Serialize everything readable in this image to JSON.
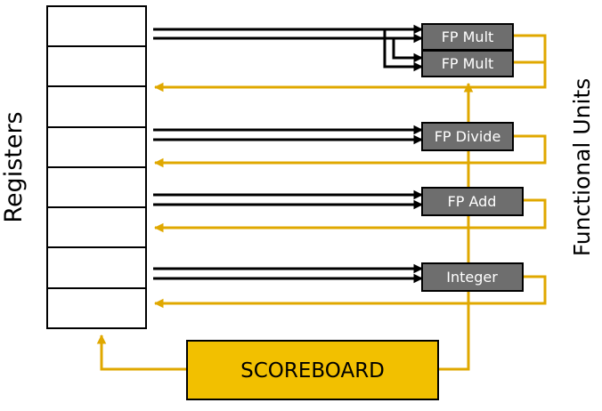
{
  "labels": {
    "registers": "Registers",
    "functional_units": "Functional Units",
    "scoreboard": "SCOREBOARD"
  },
  "units": [
    {
      "name": "FP Mult"
    },
    {
      "name": "FP Mult"
    },
    {
      "name": "FP Divide"
    },
    {
      "name": "FP Add"
    },
    {
      "name": "Integer"
    }
  ],
  "register_count": 8,
  "colors": {
    "bus": "#e0a800",
    "scoreboard_fill": "#f2c000",
    "unit_fill": "#6e6e6e",
    "black": "#000000"
  }
}
